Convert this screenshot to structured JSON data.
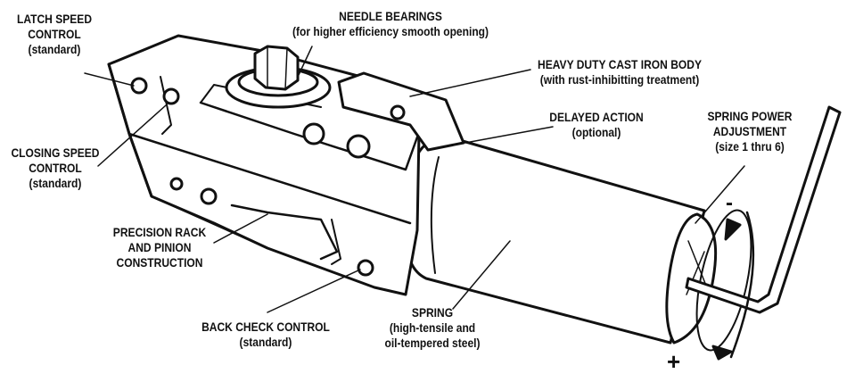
{
  "labels": {
    "latch_speed": {
      "line1": "LATCH SPEED",
      "line2": "CONTROL",
      "line3": "(standard)"
    },
    "needle_bearings": {
      "line1": "NEEDLE BEARINGS",
      "line2": "(for higher efficiency smooth opening)"
    },
    "cast_iron_body": {
      "line1": "HEAVY DUTY CAST IRON BODY",
      "line2": "(with rust-inhibitting treatment)"
    },
    "delayed_action": {
      "line1": "DELAYED ACTION",
      "line2": "(optional)"
    },
    "spring_power": {
      "line1": "SPRING POWER",
      "line2": "ADJUSTMENT",
      "line3": "(size 1 thru 6)"
    },
    "closing_speed": {
      "line1": "CLOSING SPEED",
      "line2": "CONTROL",
      "line3": "(standard)"
    },
    "rack_pinion": {
      "line1": "PRECISION RACK",
      "line2": "AND PINION",
      "line3": "CONSTRUCTION"
    },
    "back_check": {
      "line1": "BACK CHECK CONTROL",
      "line2": "(standard)"
    },
    "spring": {
      "line1": "SPRING",
      "line2": "(high-tensile and",
      "line3": "oil-tempered steel)"
    }
  },
  "signs": {
    "minus": "-",
    "plus": "+"
  },
  "colors": {
    "ink": "#111111",
    "paper": "#ffffff"
  }
}
